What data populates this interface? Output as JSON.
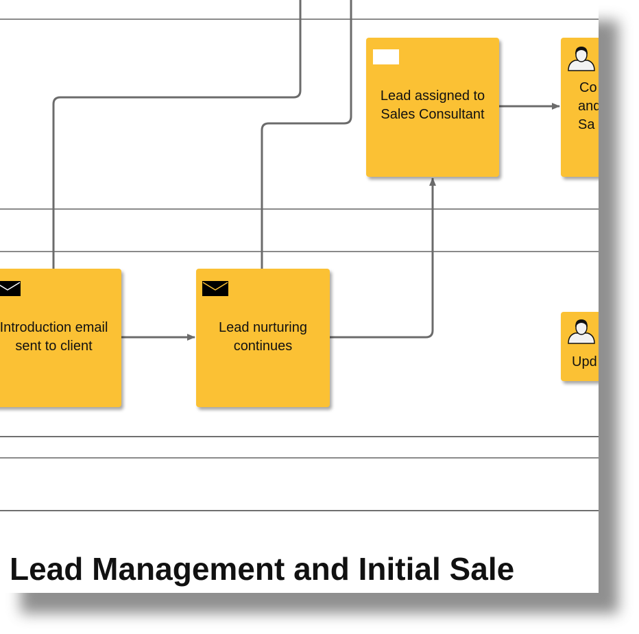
{
  "title": "Lead Management and Initial Sale",
  "colors": {
    "task_fill": "#fbc134",
    "connector": "#6b6b6b",
    "lane_line": "#8a8a8a"
  },
  "tasks": [
    {
      "id": "intro-email",
      "icon": "envelope-icon",
      "line1": "Introduction email",
      "line2": "sent to client"
    },
    {
      "id": "lead-nurturing",
      "icon": "envelope-icon",
      "line1": "Lead nurturing",
      "line2": "continues"
    },
    {
      "id": "lead-assigned",
      "icon": "blank-message-icon",
      "line1": "Lead assigned to",
      "line2": "Sales Consultant"
    },
    {
      "id": "contact-task",
      "icon": "person-icon",
      "line1": "Co",
      "line2": "and",
      "line3": "Sa"
    },
    {
      "id": "update-task",
      "icon": "person-icon",
      "line1": "Upd"
    }
  ]
}
